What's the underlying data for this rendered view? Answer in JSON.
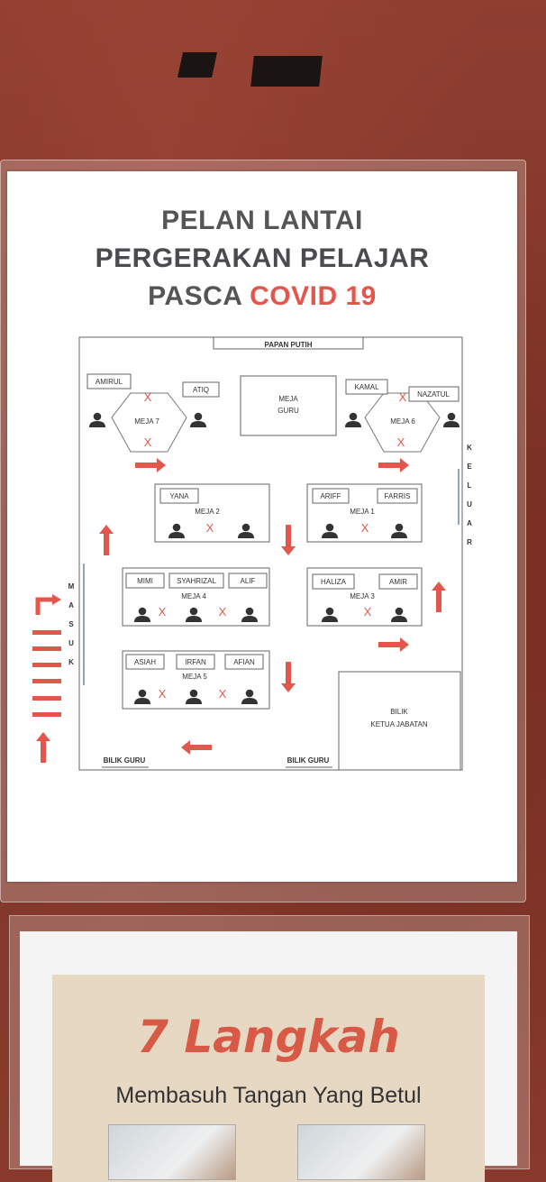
{
  "poster": {
    "title_line1": "PELAN LANTAI",
    "title_line2": "PERGERAKAN PELAJAR",
    "title_line3_prefix": "PASCA ",
    "title_line3_accent": "COVID 19",
    "accent_color": "#e2574c"
  },
  "plan": {
    "whiteboard": "PAPAN PUTIH",
    "teacher_desk_line1": "MEJA",
    "teacher_desk_line2": "GURU",
    "exit_letters": [
      "K",
      "E",
      "L",
      "U",
      "A",
      "R"
    ],
    "entry_letters": [
      "M",
      "A",
      "S",
      "U",
      "K"
    ],
    "teacher_room_left": "BILIK GURU",
    "teacher_room_right": "BILIK GURU",
    "head_room_line1": "BILIK",
    "head_room_line2": "KETUA JABATAN",
    "tables": {
      "meja7": {
        "label": "MEJA 7",
        "students": [
          "AMIRUL",
          "ATIQ"
        ]
      },
      "meja6": {
        "label": "MEJA 6",
        "students": [
          "KAMAL",
          "NAZATUL"
        ]
      },
      "meja2": {
        "label": "MEJA 2",
        "students": [
          "YANA"
        ]
      },
      "meja1": {
        "label": "MEJA 1",
        "students": [
          "ARIFF",
          "FARRIS"
        ]
      },
      "meja4": {
        "label": "MEJA 4",
        "students": [
          "MIMI",
          "SYAHRIZAL",
          "ALIF"
        ]
      },
      "meja3": {
        "label": "MEJA 3",
        "students": [
          "HALIZA",
          "AMIR"
        ]
      },
      "meja5": {
        "label": "MEJA 5",
        "students": [
          "ASIAH",
          "IRFAN",
          "AFIAN"
        ]
      }
    },
    "x_mark": "X"
  },
  "lower_poster": {
    "number": "7",
    "word": "Langkah",
    "subtitle": "Membasuh Tangan Yang Betul"
  }
}
